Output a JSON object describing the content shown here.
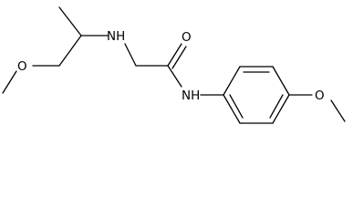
{
  "molecule": {
    "atoms": {
      "nh_amine": "NH",
      "o_carbonyl": "O",
      "nh_amide": "NH",
      "o_methoxy_left": "O",
      "o_methoxy_right": "O"
    }
  },
  "colors": {
    "bond": "#000000",
    "label": "#000000",
    "background": "#ffffff"
  }
}
